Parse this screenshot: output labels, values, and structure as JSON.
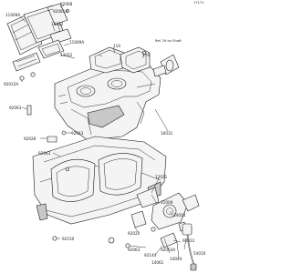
{
  "corner_mark": "17171",
  "note": {
    "line1": "Ref. 29 on Shaft",
    "line2": ""
  },
  "labels": [
    {
      "id": "11009A",
      "text": "11009A"
    },
    {
      "id": "92081A",
      "text": "92081A"
    },
    {
      "id": "92068",
      "text": "92068"
    },
    {
      "id": "13022",
      "text": "13022"
    },
    {
      "id": "11009A-2",
      "text": "11009A"
    },
    {
      "id": "13022-2",
      "text": "13022"
    },
    {
      "id": "110",
      "text": "110"
    },
    {
      "id": "176",
      "text": "176"
    },
    {
      "id": "92015A",
      "text": "92015A"
    },
    {
      "id": "92063",
      "text": "92063"
    },
    {
      "id": "16031",
      "text": "16031"
    },
    {
      "id": "92043",
      "text": "92043"
    },
    {
      "id": "92028",
      "text": "92028"
    },
    {
      "id": "92043-2",
      "text": "92043"
    },
    {
      "id": "12021",
      "text": "12021"
    },
    {
      "id": "11009",
      "text": "11009"
    },
    {
      "id": "14024",
      "text": "14024"
    },
    {
      "id": "92022",
      "text": "92022"
    },
    {
      "id": "92150",
      "text": "92150"
    },
    {
      "id": "92022-2",
      "text": "92022"
    },
    {
      "id": "92063-2",
      "text": "92063"
    },
    {
      "id": "92144",
      "text": "92144"
    },
    {
      "id": "92003A",
      "text": "92003A"
    },
    {
      "id": "14044",
      "text": "14044"
    },
    {
      "id": "14061",
      "text": "14061"
    },
    {
      "id": "54010",
      "text": "54010"
    }
  ]
}
